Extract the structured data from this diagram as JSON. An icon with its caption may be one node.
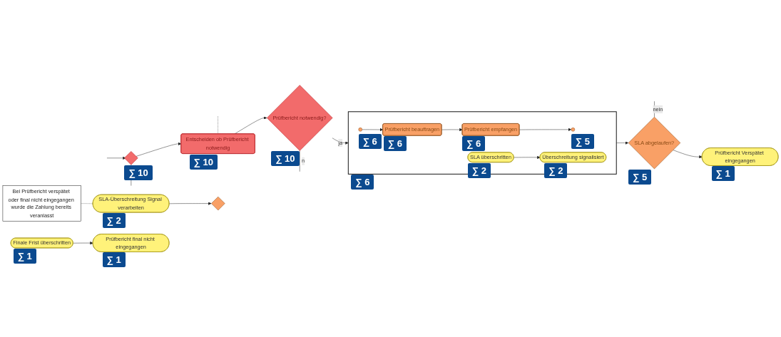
{
  "diagram": {
    "nodes": [
      {
        "text": [],
        "shape": "diamond",
        "beside": [
          "∑ 10"
        ]
      },
      {
        "text": [
          "Entscheiden ob Prüfbericht notwendig"
        ],
        "beside": [
          "∑ 10"
        ]
      },
      {
        "text": [
          "Prüfbericht notwendig?"
        ],
        "beside": [
          "∑ 10"
        ]
      },
      {
        "text": [],
        "shape": "box",
        "beside": [
          "∑ 6"
        ]
      },
      {
        "text": [],
        "shape": "circle",
        "in": 3,
        "beside": [
          "∑ 6"
        ]
      },
      {
        "text": [
          "Prüfbericht beauftragen"
        ],
        "in": 3,
        "beside": [
          "∑ 6"
        ]
      },
      {
        "text": [
          "Prüfbericht empfangen"
        ],
        "in": 3,
        "beside": [
          "∑ 6"
        ]
      },
      {
        "text": [],
        "shape": "circle",
        "in": 3,
        "beside": [
          "∑ 5"
        ]
      },
      {
        "text": [
          "SLA überschritten"
        ],
        "in": 3,
        "beside": [
          "∑ 2"
        ]
      },
      {
        "text": [
          "Überschreitung signalisiert"
        ],
        "in": 3,
        "beside": [
          "∑ 2"
        ]
      },
      {
        "text": [
          "SLA-Überschreitung Signal verarbeiten"
        ],
        "beside": [
          "∑ 2"
        ]
      },
      {
        "text": [
          "Finale Frist überschritten"
        ],
        "beside": [
          "∑ 1"
        ]
      },
      {
        "text": [
          "Prüfbericht final nicht eingegangen"
        ],
        "beside": [
          "∑ 1"
        ]
      },
      {
        "text": [
          "SLA abgelaufen?"
        ],
        "beside": [
          "∑ 5"
        ]
      },
      {
        "text": [
          "Prüfbericht Verspätet eingegangen"
        ],
        "beside": [
          "∑ 1"
        ]
      },
      {
        "text": [],
        "shape": "diamond"
      },
      {
        "text": [
          "Bei Prüfbericht verspätet oder final nicht eingegangen wurde die Zahlung bereits veranlasst"
        ]
      }
    ],
    "edges": [
      {
        "from": null,
        "to": 0,
        "arrow": "to"
      },
      {
        "from": 0,
        "to": 1,
        "arrow": "to"
      },
      {
        "from": 0,
        "to": null,
        "arrow": "none"
      },
      {
        "from": 1,
        "to": 2,
        "arrow": "to"
      },
      {
        "from": 1,
        "to": null,
        "arrow": "none",
        "style": "dashed"
      },
      {
        "from": 2,
        "to": 3,
        "arrow": "to",
        "label": "ja"
      },
      {
        "from": 2,
        "to": null,
        "arrow": "none",
        "label": "n"
      },
      {
        "from": 4,
        "to": 5,
        "arrow": "to"
      },
      {
        "from": 5,
        "to": 6,
        "arrow": "to"
      },
      {
        "from": 6,
        "to": 7,
        "arrow": "to"
      },
      {
        "from": 8,
        "to": 9,
        "arrow": "to"
      },
      {
        "from": 3,
        "to": 13,
        "arrow": "to"
      },
      {
        "from": 13,
        "to": null,
        "arrow": "none",
        "label": "nein"
      },
      {
        "from": 13,
        "to": 14,
        "arrow": "to"
      },
      {
        "from": 11,
        "to": 12,
        "arrow": "to"
      },
      {
        "from": 10,
        "to": 15,
        "arrow": "to"
      },
      {
        "from": 16,
        "to": 10,
        "arrow": "none",
        "style": "dashed"
      }
    ]
  }
}
